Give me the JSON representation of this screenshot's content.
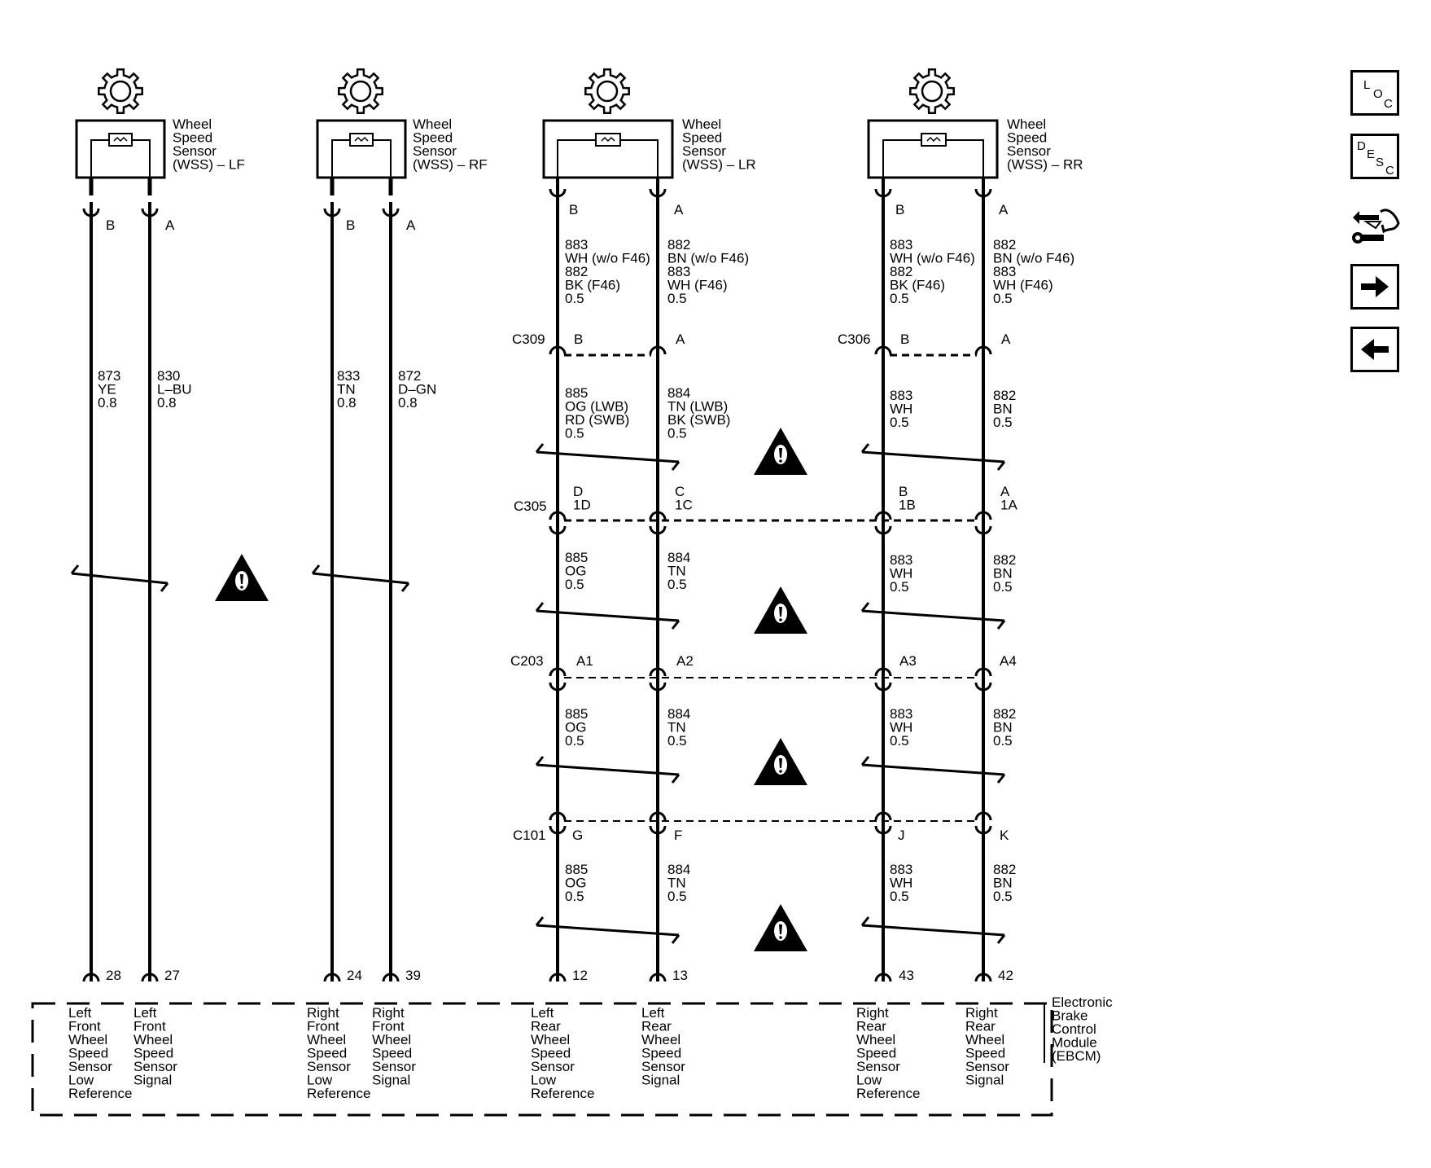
{
  "sensors": [
    {
      "name": "Wheel\nSpeed\nSensor\n(WSS) – LF",
      "pinLeft": "B",
      "pinRight": "A"
    },
    {
      "name": "Wheel\nSpeed\nSensor\n(WSS) – RF",
      "pinLeft": "B",
      "pinRight": "A"
    },
    {
      "name": "Wheel\nSpeed\nSensor\n(WSS) – LR",
      "pinLeft": "B",
      "pinRight": "A"
    },
    {
      "name": "Wheel\nSpeed\nSensor\n(WSS) – RR",
      "pinLeft": "B",
      "pinRight": "A"
    }
  ],
  "front_wires": [
    "873\nYE\n0.8",
    "830\nL–BU\n0.8",
    "833\nTN\n0.8",
    "872\nD–GN\n0.8"
  ],
  "rear_top_wires": [
    "883\nWH (w/o F46)\n882\nBK (F46)\n0.5",
    "882\nBN (w/o F46)\n883\nWH (F46)\n0.5",
    "883\nWH (w/o F46)\n882\nBK (F46)\n0.5",
    "882\nBN (w/o F46)\n883\nWH (F46)\n0.5"
  ],
  "connectors": {
    "C309": {
      "label": "C309",
      "pins": [
        "B",
        "A"
      ]
    },
    "C306": {
      "label": "C306",
      "pins": [
        "B",
        "A"
      ]
    },
    "C305": {
      "label": "C305",
      "pins": [
        "D\n1D",
        "C\n1C",
        "B\n1B",
        "A\n1A"
      ]
    },
    "C203": {
      "label": "C203",
      "pins": [
        "A1",
        "A2",
        "A3",
        "A4"
      ]
    },
    "C101": {
      "label": "C101",
      "pins": [
        "G",
        "F",
        "J",
        "K"
      ]
    }
  },
  "seg_c309_c305": [
    "885\nOG (LWB)\nRD (SWB)\n0.5",
    "884\nTN (LWB)\nBK (SWB)\n0.5",
    "883\nWH\n0.5",
    "882\nBN\n0.5"
  ],
  "seg_c305_c203": [
    "885\nOG\n0.5",
    "884\nTN\n0.5",
    "883\nWH\n0.5",
    "882\nBN\n0.5"
  ],
  "seg_c203_c101": [
    "885\nOG\n0.5",
    "884\nTN\n0.5",
    "883\nWH\n0.5",
    "882\nBN\n0.5"
  ],
  "seg_c101_ebcm": [
    "885\nOG\n0.5",
    "884\nTN\n0.5",
    "883\nWH\n0.5",
    "882\nBN\n0.5"
  ],
  "ebcm": {
    "name": "Electronic\nBrake\nControl\nModule\n(EBCM)",
    "pin_numbers": [
      "28",
      "27",
      "24",
      "39",
      "12",
      "13",
      "43",
      "42"
    ],
    "pin_labels": [
      "Left\nFront\nWheel\nSpeed\nSensor\nLow\nReference",
      "Left\nFront\nWheel\nSpeed\nSensor\nSignal",
      "Right\nFront\nWheel\nSpeed\nSensor\nLow\nReference",
      "Right\nFront\nWheel\nSpeed\nSensor\nSignal",
      "Left\nRear\nWheel\nSpeed\nSensor\nLow\nReference",
      "Left\nRear\nWheel\nSpeed\nSensor\nSignal",
      "Right\nRear\nWheel\nSpeed\nSensor\nLow\nReference",
      "Right\nRear\nWheel\nSpeed\nSensor\nSignal"
    ]
  },
  "nav": {
    "loc": {
      "l1": "L",
      "l2": "O",
      "l3": "C"
    },
    "desc": {
      "l1": "D",
      "l2": "E",
      "l3": "S",
      "l4": "C"
    }
  },
  "icons": [
    "gear-icon",
    "warning-icon",
    "connector-tools-icon",
    "arrow-right-icon",
    "arrow-left-icon"
  ]
}
